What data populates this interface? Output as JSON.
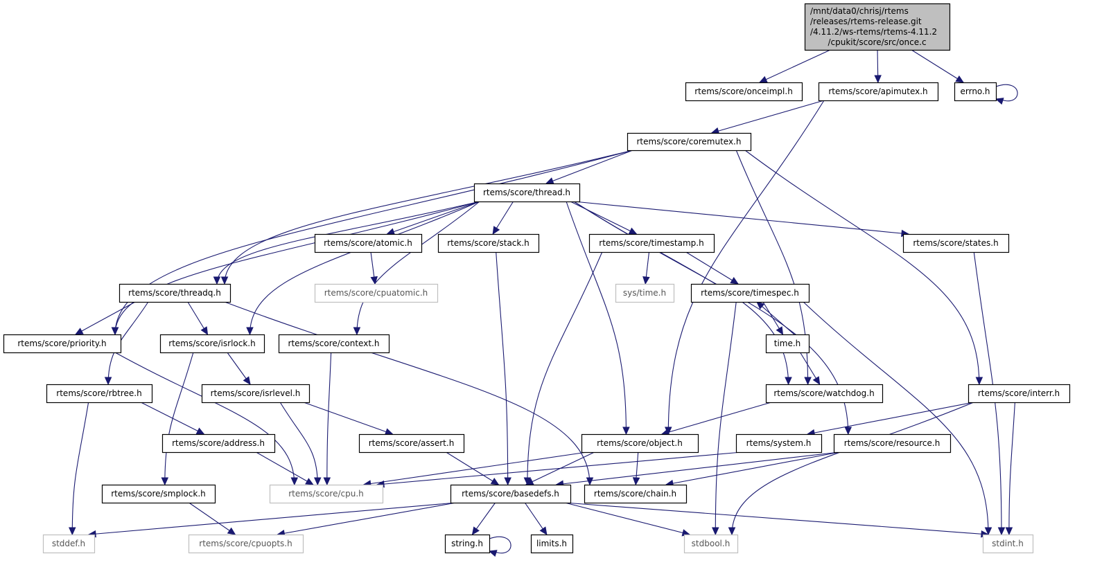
{
  "colors": {
    "edge": "#191970",
    "root_fill": "#bfbfbf",
    "external_border": "#bfbfbf"
  },
  "nodes": [
    {
      "id": "root",
      "label": [
        "/mnt/data0/chrisj/rtems",
        "/releases/rtems-release.git",
        "/4.11.2/ws-rtems/rtems-4.11.2",
        "/cpukit/score/src/once.c"
      ],
      "kind": "root"
    },
    {
      "id": "onceimpl",
      "label": [
        "rtems/score/onceimpl.h"
      ],
      "kind": "doc"
    },
    {
      "id": "apimutex",
      "label": [
        "rtems/score/apimutex.h"
      ],
      "kind": "doc"
    },
    {
      "id": "errno",
      "label": [
        "errno.h"
      ],
      "kind": "doc"
    },
    {
      "id": "coremutex",
      "label": [
        "rtems/score/coremutex.h"
      ],
      "kind": "doc"
    },
    {
      "id": "thread",
      "label": [
        "rtems/score/thread.h"
      ],
      "kind": "doc"
    },
    {
      "id": "atomic",
      "label": [
        "rtems/score/atomic.h"
      ],
      "kind": "doc"
    },
    {
      "id": "stack",
      "label": [
        "rtems/score/stack.h"
      ],
      "kind": "doc"
    },
    {
      "id": "timestamp",
      "label": [
        "rtems/score/timestamp.h"
      ],
      "kind": "doc"
    },
    {
      "id": "states",
      "label": [
        "rtems/score/states.h"
      ],
      "kind": "doc"
    },
    {
      "id": "cpuatomic",
      "label": [
        "rtems/score/cpuatomic.h"
      ],
      "kind": "ext"
    },
    {
      "id": "systime",
      "label": [
        "sys/time.h"
      ],
      "kind": "ext"
    },
    {
      "id": "timespec",
      "label": [
        "rtems/score/timespec.h"
      ],
      "kind": "doc"
    },
    {
      "id": "threadq",
      "label": [
        "rtems/score/threadq.h"
      ],
      "kind": "doc"
    },
    {
      "id": "priority",
      "label": [
        "rtems/score/priority.h"
      ],
      "kind": "doc"
    },
    {
      "id": "isrlock",
      "label": [
        "rtems/score/isrlock.h"
      ],
      "kind": "doc"
    },
    {
      "id": "context",
      "label": [
        "rtems/score/context.h"
      ],
      "kind": "doc"
    },
    {
      "id": "time",
      "label": [
        "time.h"
      ],
      "kind": "doc"
    },
    {
      "id": "rbtree",
      "label": [
        "rtems/score/rbtree.h"
      ],
      "kind": "doc"
    },
    {
      "id": "isrlevel",
      "label": [
        "rtems/score/isrlevel.h"
      ],
      "kind": "doc"
    },
    {
      "id": "watchdog",
      "label": [
        "rtems/score/watchdog.h"
      ],
      "kind": "doc"
    },
    {
      "id": "interr",
      "label": [
        "rtems/score/interr.h"
      ],
      "kind": "doc"
    },
    {
      "id": "address",
      "label": [
        "rtems/score/address.h"
      ],
      "kind": "doc"
    },
    {
      "id": "assert",
      "label": [
        "rtems/score/assert.h"
      ],
      "kind": "doc"
    },
    {
      "id": "object",
      "label": [
        "rtems/score/object.h"
      ],
      "kind": "doc"
    },
    {
      "id": "system",
      "label": [
        "rtems/system.h"
      ],
      "kind": "doc"
    },
    {
      "id": "resource",
      "label": [
        "rtems/score/resource.h"
      ],
      "kind": "doc"
    },
    {
      "id": "smplock",
      "label": [
        "rtems/score/smplock.h"
      ],
      "kind": "doc"
    },
    {
      "id": "cpu",
      "label": [
        "rtems/score/cpu.h"
      ],
      "kind": "ext"
    },
    {
      "id": "basedefs",
      "label": [
        "rtems/score/basedefs.h"
      ],
      "kind": "doc"
    },
    {
      "id": "chain",
      "label": [
        "rtems/score/chain.h"
      ],
      "kind": "doc"
    },
    {
      "id": "stddef",
      "label": [
        "stddef.h"
      ],
      "kind": "ext"
    },
    {
      "id": "cpuopts",
      "label": [
        "rtems/score/cpuopts.h"
      ],
      "kind": "ext"
    },
    {
      "id": "string",
      "label": [
        "string.h"
      ],
      "kind": "doc"
    },
    {
      "id": "limits",
      "label": [
        "limits.h"
      ],
      "kind": "doc"
    },
    {
      "id": "stdbool",
      "label": [
        "stdbool.h"
      ],
      "kind": "ext"
    },
    {
      "id": "stdint",
      "label": [
        "stdint.h"
      ],
      "kind": "ext"
    }
  ],
  "edges": [
    [
      "root",
      "onceimpl"
    ],
    [
      "root",
      "apimutex"
    ],
    [
      "root",
      "errno"
    ],
    [
      "errno",
      "errno"
    ],
    [
      "apimutex",
      "coremutex"
    ],
    [
      "apimutex",
      "object"
    ],
    [
      "coremutex",
      "thread"
    ],
    [
      "coremutex",
      "priority"
    ],
    [
      "coremutex",
      "threadq"
    ],
    [
      "coremutex",
      "watchdog"
    ],
    [
      "coremutex",
      "interr"
    ],
    [
      "thread",
      "priority"
    ],
    [
      "thread",
      "threadq"
    ],
    [
      "thread",
      "isrlock"
    ],
    [
      "thread",
      "context"
    ],
    [
      "thread",
      "atomic"
    ],
    [
      "thread",
      "stack"
    ],
    [
      "thread",
      "object"
    ],
    [
      "thread",
      "timestamp"
    ],
    [
      "thread",
      "watchdog"
    ],
    [
      "thread",
      "resource"
    ],
    [
      "thread",
      "states"
    ],
    [
      "atomic",
      "cpuatomic"
    ],
    [
      "stack",
      "basedefs"
    ],
    [
      "timestamp",
      "systime"
    ],
    [
      "timestamp",
      "timespec"
    ],
    [
      "timestamp",
      "basedefs"
    ],
    [
      "states",
      "stdint"
    ],
    [
      "timespec",
      "time"
    ],
    [
      "timespec",
      "stdbool"
    ],
    [
      "timespec",
      "stdint"
    ],
    [
      "time",
      "timespec"
    ],
    [
      "time",
      "watchdog"
    ],
    [
      "threadq",
      "priority"
    ],
    [
      "threadq",
      "isrlock"
    ],
    [
      "threadq",
      "rbtree"
    ],
    [
      "threadq",
      "chain"
    ],
    [
      "priority",
      "cpu"
    ],
    [
      "isrlock",
      "isrlevel"
    ],
    [
      "isrlock",
      "smplock"
    ],
    [
      "context",
      "cpu"
    ],
    [
      "rbtree",
      "address"
    ],
    [
      "rbtree",
      "stddef"
    ],
    [
      "isrlevel",
      "cpu"
    ],
    [
      "isrlevel",
      "assert"
    ],
    [
      "watchdog",
      "object"
    ],
    [
      "interr",
      "system"
    ],
    [
      "interr",
      "stdbool"
    ],
    [
      "interr",
      "stdint"
    ],
    [
      "address",
      "cpu"
    ],
    [
      "assert",
      "basedefs"
    ],
    [
      "object",
      "cpu"
    ],
    [
      "object",
      "basedefs"
    ],
    [
      "object",
      "chain"
    ],
    [
      "system",
      "cpu"
    ],
    [
      "resource",
      "basedefs"
    ],
    [
      "resource",
      "chain"
    ],
    [
      "smplock",
      "cpuopts"
    ],
    [
      "basedefs",
      "stddef"
    ],
    [
      "basedefs",
      "cpuopts"
    ],
    [
      "basedefs",
      "string"
    ],
    [
      "basedefs",
      "limits"
    ],
    [
      "basedefs",
      "stdbool"
    ],
    [
      "basedefs",
      "stdint"
    ],
    [
      "string",
      "string"
    ]
  ]
}
